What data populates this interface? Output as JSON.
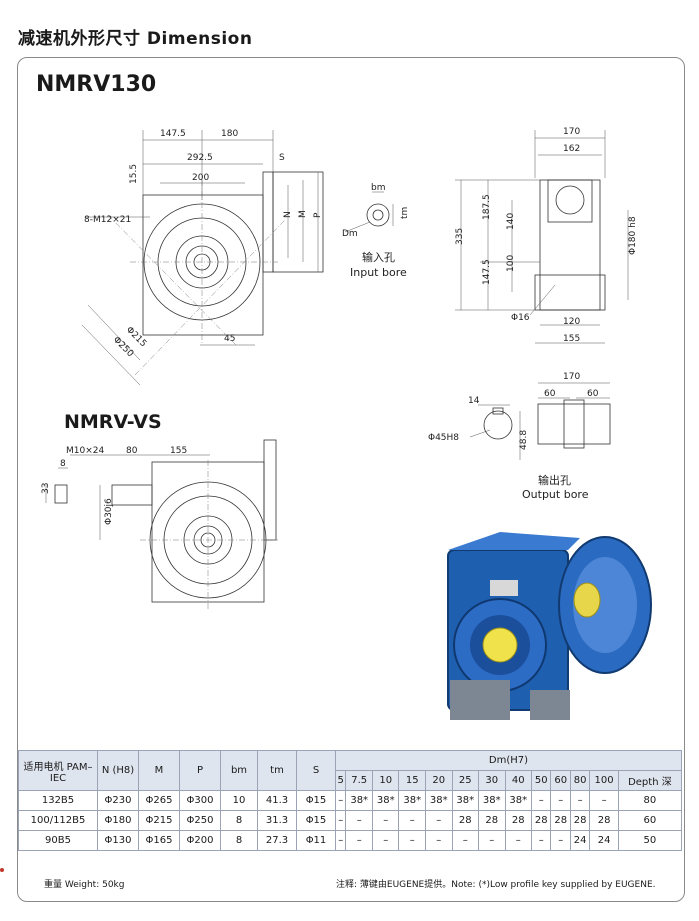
{
  "page": {
    "title": "减速机外形尺寸 Dimension",
    "model": "NMRV130",
    "variant": "NMRV-VS"
  },
  "drawing_main": {
    "dims": [
      "147.5",
      "180",
      "292.5",
      "200",
      "15.5",
      "8-M12×21",
      "N",
      "M",
      "P",
      "S",
      "Φ215",
      "Φ250",
      "45"
    ]
  },
  "input_bore": {
    "dims": [
      "bm",
      "tm",
      "Dm"
    ],
    "label_cn": "输入孔",
    "label_en": "Input bore"
  },
  "drawing_side": {
    "dims": [
      "170",
      "162",
      "335",
      "187.5",
      "147.5",
      "140",
      "100",
      "Φ180 h8",
      "Φ16",
      "120",
      "155"
    ]
  },
  "output_bore": {
    "dims": [
      "170",
      "60",
      "60",
      "14",
      "Φ45H8",
      "48.8"
    ],
    "label_cn": "输出孔",
    "label_en": "Output bore"
  },
  "drawing_vs": {
    "dims": [
      "M10×24",
      "80",
      "155",
      "8",
      "33",
      "Φ30j6"
    ]
  },
  "table": {
    "headers": {
      "pam": "适用电机 PAM–IEC",
      "n": "N (H8)",
      "m": "M",
      "p": "P",
      "bm": "bm",
      "tm": "tm",
      "s": "S",
      "dm": "Dm(H7)"
    },
    "dm_cols": [
      "5",
      "7.5",
      "10",
      "15",
      "20",
      "25",
      "30",
      "40",
      "50",
      "60",
      "80",
      "100",
      "Depth 深"
    ],
    "rows": [
      {
        "pam": "132B5",
        "n": "Φ230",
        "m": "Φ265",
        "p": "Φ300",
        "bm": "10",
        "tm": "41.3",
        "s": "Φ15",
        "dm": [
          "–",
          "38*",
          "38*",
          "38*",
          "38*",
          "38*",
          "38*",
          "38*",
          "–",
          "–",
          "–",
          "–",
          "80"
        ]
      },
      {
        "pam": "100/112B5",
        "n": "Φ180",
        "m": "Φ215",
        "p": "Φ250",
        "bm": "8",
        "tm": "31.3",
        "s": "Φ15",
        "dm": [
          "–",
          "–",
          "–",
          "–",
          "–",
          "28",
          "28",
          "28",
          "28",
          "28",
          "28",
          "28",
          "60"
        ]
      },
      {
        "pam": "90B5",
        "n": "Φ130",
        "m": "Φ165",
        "p": "Φ200",
        "bm": "8",
        "tm": "27.3",
        "s": "Φ11",
        "dm": [
          "–",
          "–",
          "–",
          "–",
          "–",
          "–",
          "–",
          "–",
          "–",
          "–",
          "24",
          "24",
          "50"
        ]
      }
    ]
  },
  "footer": {
    "weight": "重量 Weight: 50kg",
    "note": "注释: 薄键由EUGENE提供。Note: (*)Low profile key supplied by EUGENE."
  }
}
